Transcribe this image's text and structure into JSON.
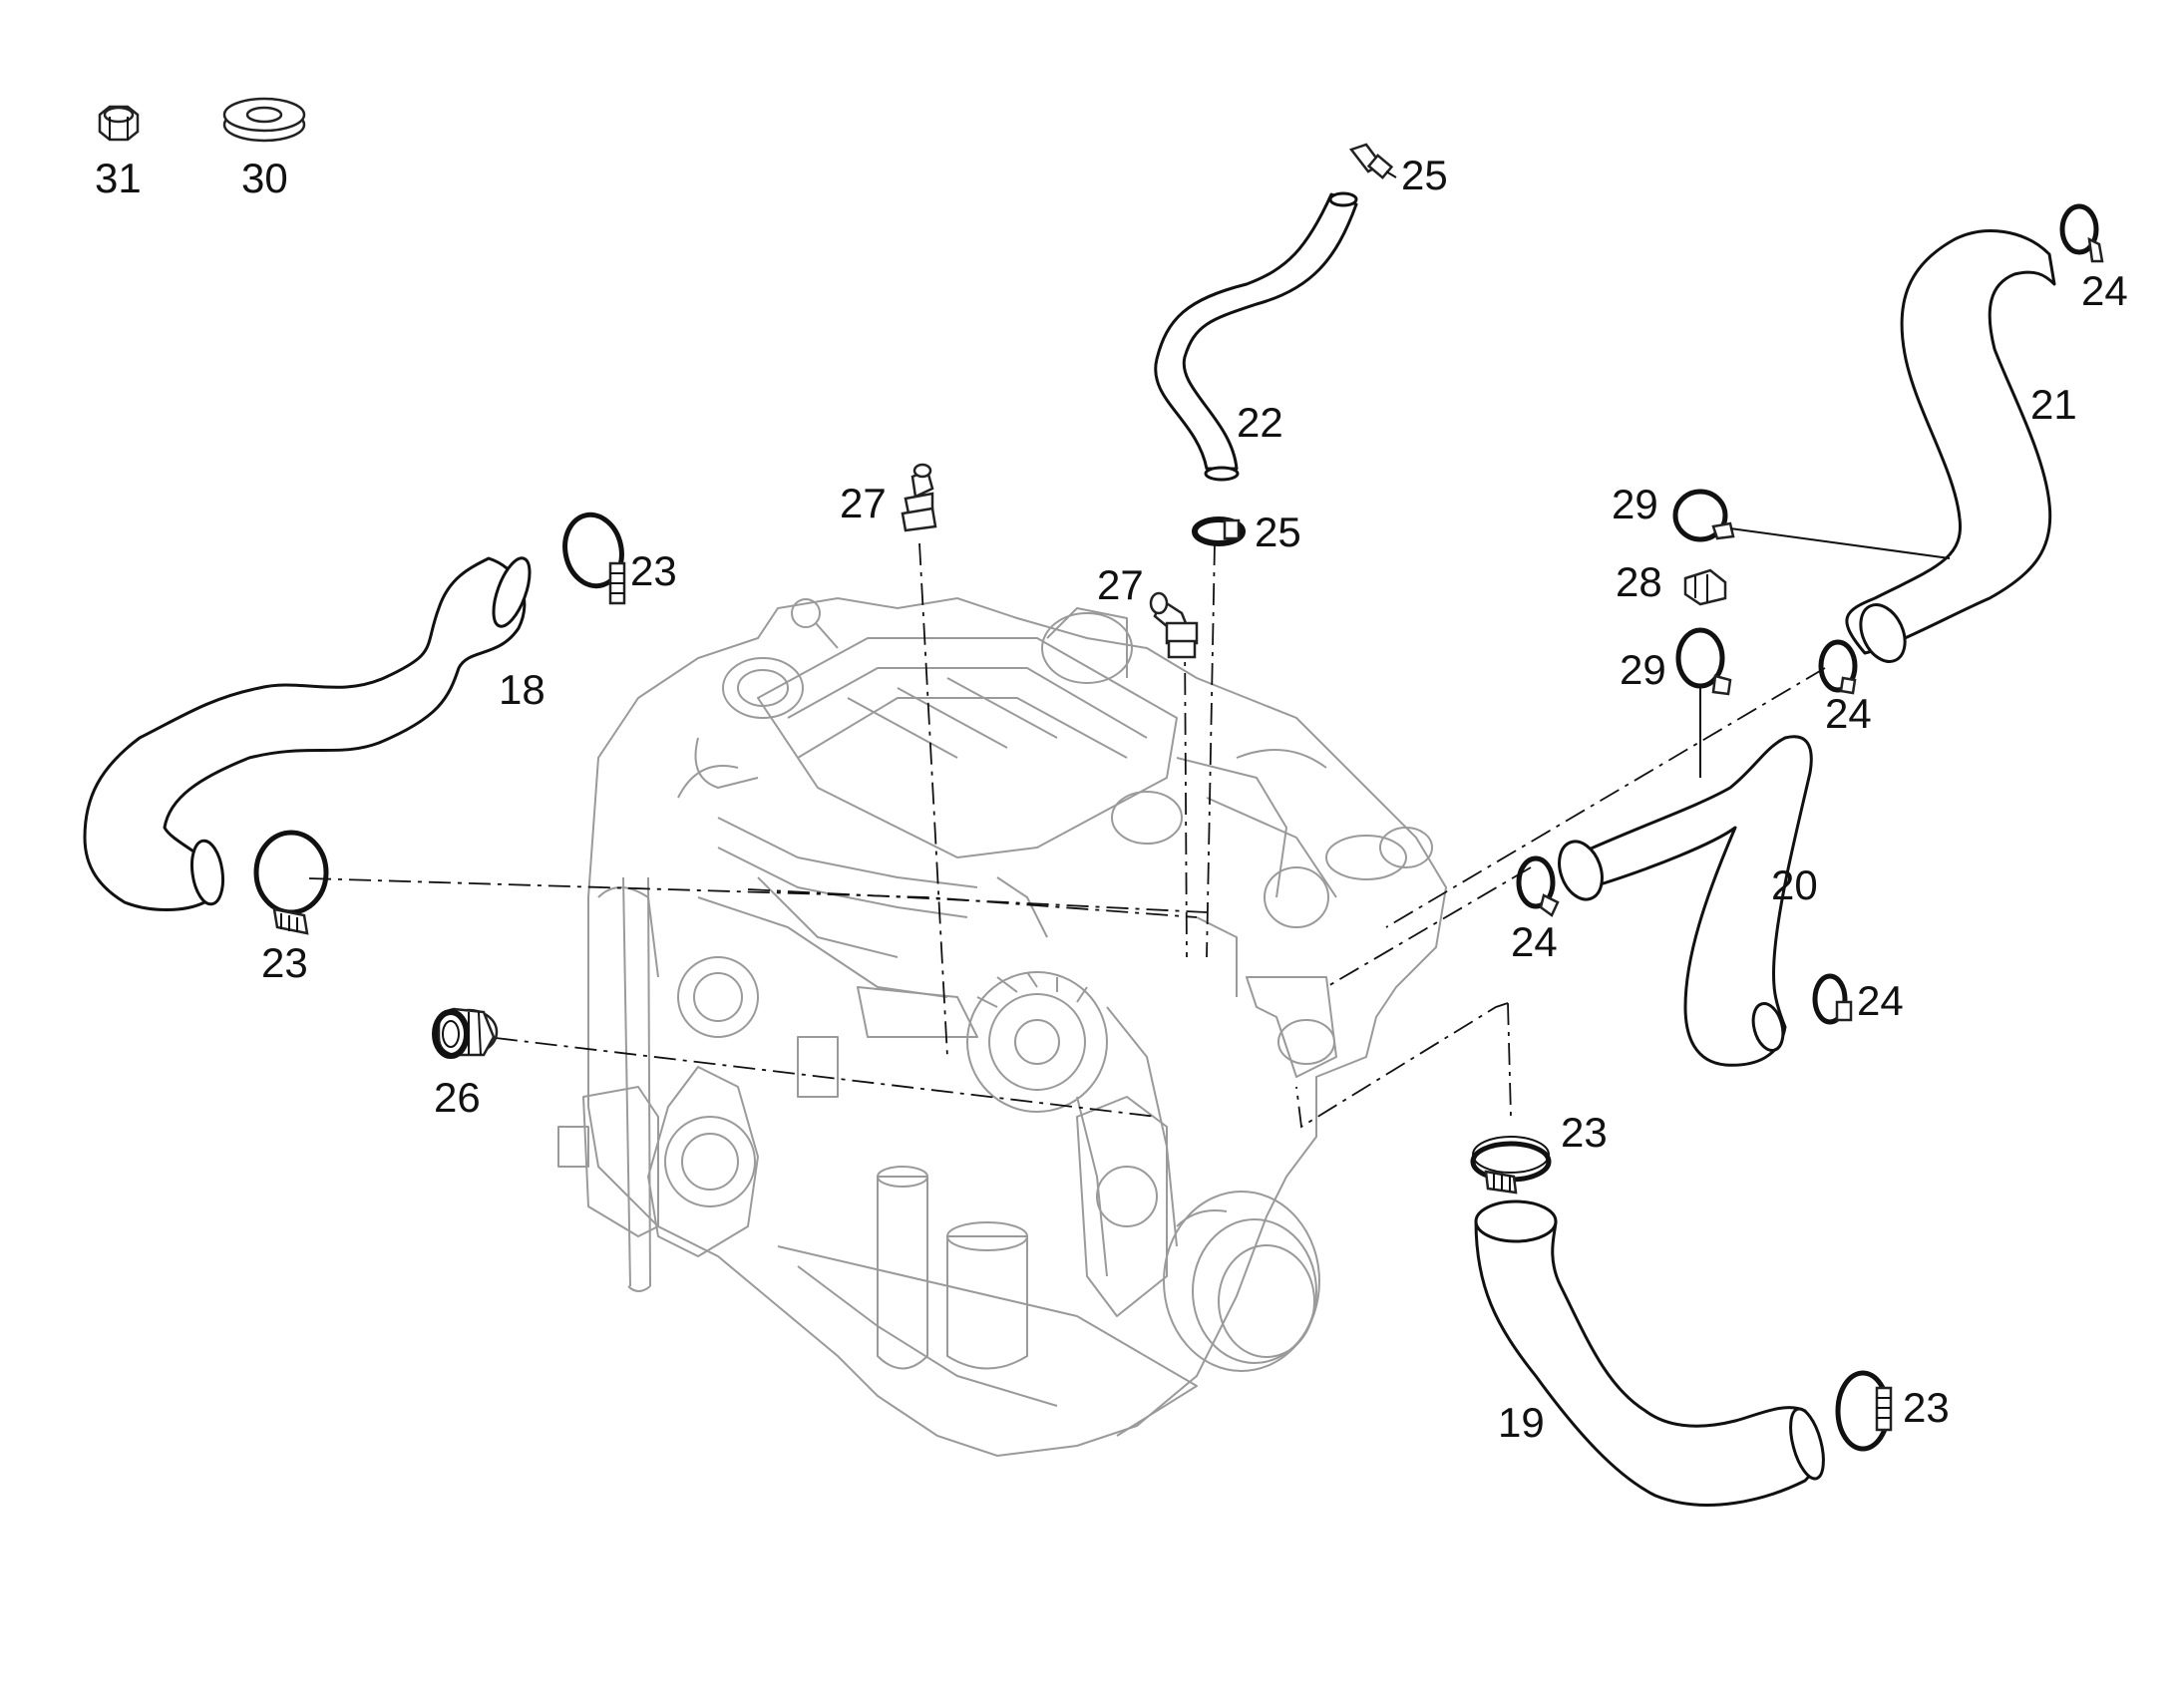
{
  "diagram": {
    "callouts": [
      {
        "id": "c31",
        "text": "31"
      },
      {
        "id": "c30",
        "text": "30"
      },
      {
        "id": "c25a",
        "text": "25"
      },
      {
        "id": "c24a",
        "text": "24"
      },
      {
        "id": "c22",
        "text": "22"
      },
      {
        "id": "c21",
        "text": "21"
      },
      {
        "id": "c27a",
        "text": "27"
      },
      {
        "id": "c25b",
        "text": "25"
      },
      {
        "id": "c29a",
        "text": "29"
      },
      {
        "id": "c23a",
        "text": "23"
      },
      {
        "id": "c27b",
        "text": "27"
      },
      {
        "id": "c28",
        "text": "28"
      },
      {
        "id": "c18",
        "text": "18"
      },
      {
        "id": "c29b",
        "text": "29"
      },
      {
        "id": "c24b",
        "text": "24"
      },
      {
        "id": "c20",
        "text": "20"
      },
      {
        "id": "c23b",
        "text": "23"
      },
      {
        "id": "c24c",
        "text": "24"
      },
      {
        "id": "c24d",
        "text": "24"
      },
      {
        "id": "c26",
        "text": "26"
      },
      {
        "id": "c23c",
        "text": "23"
      },
      {
        "id": "c19",
        "text": "19"
      },
      {
        "id": "c23d",
        "text": "23"
      }
    ]
  }
}
